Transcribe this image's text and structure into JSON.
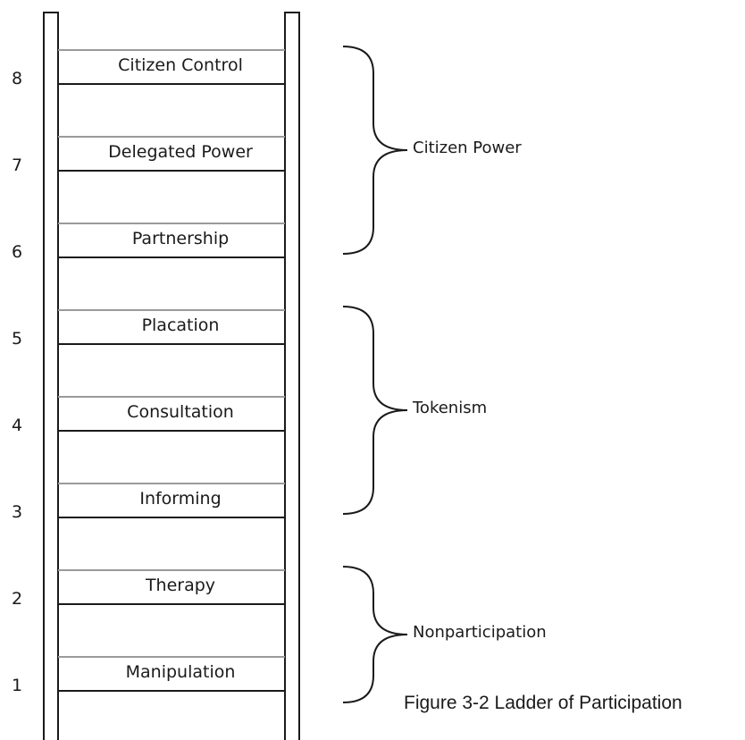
{
  "rungs": [
    {
      "number": "8",
      "label": "Citizen Control"
    },
    {
      "number": "7",
      "label": "Delegated Power"
    },
    {
      "number": "6",
      "label": "Partnership"
    },
    {
      "number": "5",
      "label": "Placation"
    },
    {
      "number": "4",
      "label": "Consultation"
    },
    {
      "number": "3",
      "label": "Informing"
    },
    {
      "number": "2",
      "label": "Therapy"
    },
    {
      "number": "1",
      "label": "Manipulation"
    }
  ],
  "groups": [
    {
      "label": "Citizen Power",
      "rungs": [
        "8",
        "7",
        "6"
      ]
    },
    {
      "label": "Tokenism",
      "rungs": [
        "5",
        "4",
        "3"
      ]
    },
    {
      "label": "Nonparticipation",
      "rungs": [
        "2",
        "1"
      ]
    }
  ],
  "caption": "Figure 3-2 Ladder of Participation",
  "colors": {
    "line": "#1a1a1a",
    "rung_edge": "#9a9a9a"
  }
}
